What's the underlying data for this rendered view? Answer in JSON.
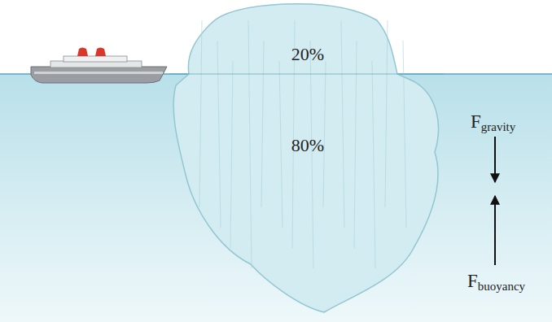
{
  "diagram": {
    "nodes": [
      {
        "text": [
          "20%",
          "80%"
        ]
      }
    ],
    "labels": [
      "Fgravity",
      "Fbuoyancy"
    ]
  }
}
